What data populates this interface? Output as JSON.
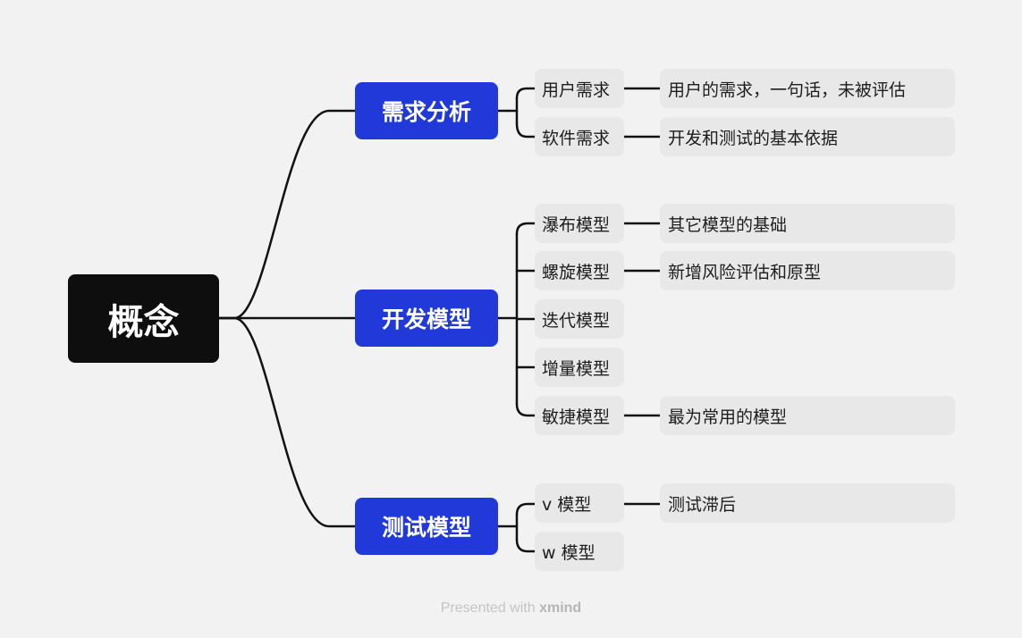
{
  "root": {
    "label": "概念"
  },
  "branches": [
    {
      "label": "需求分析",
      "children": [
        {
          "label": "用户需求",
          "note": "用户的需求，一句话，未被评估"
        },
        {
          "label": "软件需求",
          "note": "开发和测试的基本依据"
        }
      ]
    },
    {
      "label": "开发模型",
      "children": [
        {
          "label": "瀑布模型",
          "note": "其它模型的基础"
        },
        {
          "label": "螺旋模型",
          "note": "新增风险评估和原型"
        },
        {
          "label": "迭代模型"
        },
        {
          "label": "增量模型"
        },
        {
          "label": "敏捷模型",
          "note": "最为常用的模型"
        }
      ]
    },
    {
      "label": "测试模型",
      "children": [
        {
          "label": "v 模型",
          "note": "测试滞后"
        },
        {
          "label": "w 模型"
        }
      ]
    }
  ],
  "footer": {
    "prefix": "Presented with",
    "brand": "xmind"
  },
  "colors": {
    "background": "#f2f2f2",
    "root_fill": "#0e0e0e",
    "branch_fill": "#2239d9",
    "topic_fill": "#e8e8e8",
    "line": "#111111"
  }
}
